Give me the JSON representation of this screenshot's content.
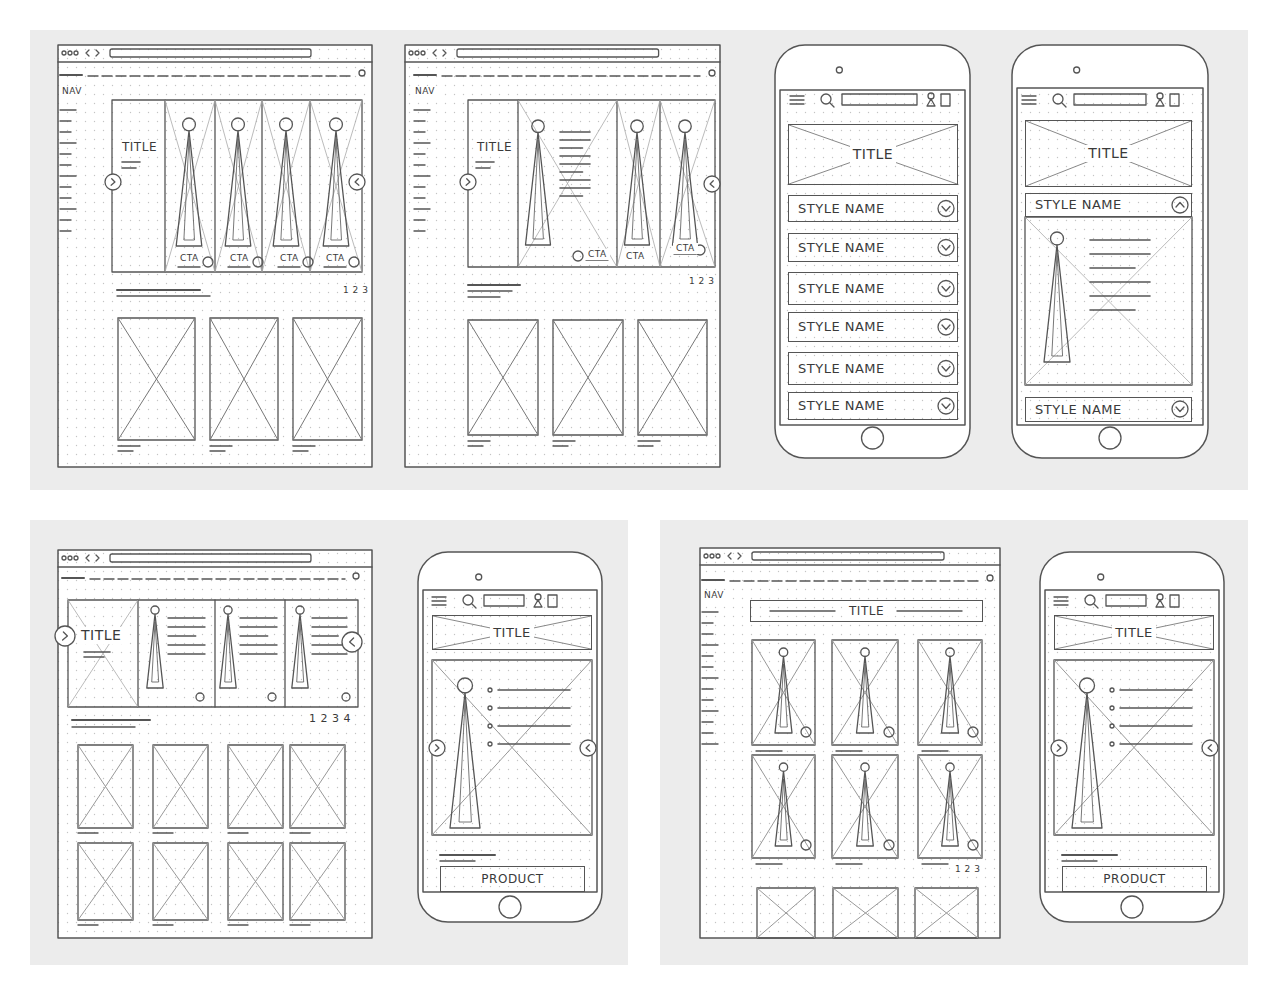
{
  "diagram": {
    "nodes": [
      {
        "text": [
          "TITLE"
        ]
      },
      {
        "text": [
          "STYLE NAME"
        ]
      },
      {
        "text": [
          "STYLE NAME"
        ]
      },
      {
        "text": [
          "STYLE NAME"
        ]
      },
      {
        "text": [
          "STYLE NAME"
        ]
      },
      {
        "text": [
          "STYLE NAME"
        ]
      },
      {
        "text": [
          "STYLE NAME"
        ]
      },
      {
        "text": [
          "TITLE"
        ]
      },
      {
        "text": [
          "STYLE NAME"
        ]
      },
      {
        "text": [
          "STYLE NAME"
        ]
      },
      {
        "text": [
          "TITLE"
        ]
      },
      {
        "text": [
          "PRODUCT"
        ]
      },
      {
        "text": [
          "TITLE"
        ]
      },
      {
        "text": [
          "TITLE"
        ]
      },
      {
        "text": [
          "PRODUCT"
        ]
      }
    ],
    "labels": [
      "NAV",
      "TITLE",
      "CTA",
      "CTA",
      "CTA",
      "CTA",
      "1 2 3",
      "NAV",
      "TITLE",
      "CTA",
      "CTA",
      "CTA",
      "1 2 3",
      "TITLE",
      "1 2 3 4",
      "NAV",
      "1 2 3"
    ]
  }
}
